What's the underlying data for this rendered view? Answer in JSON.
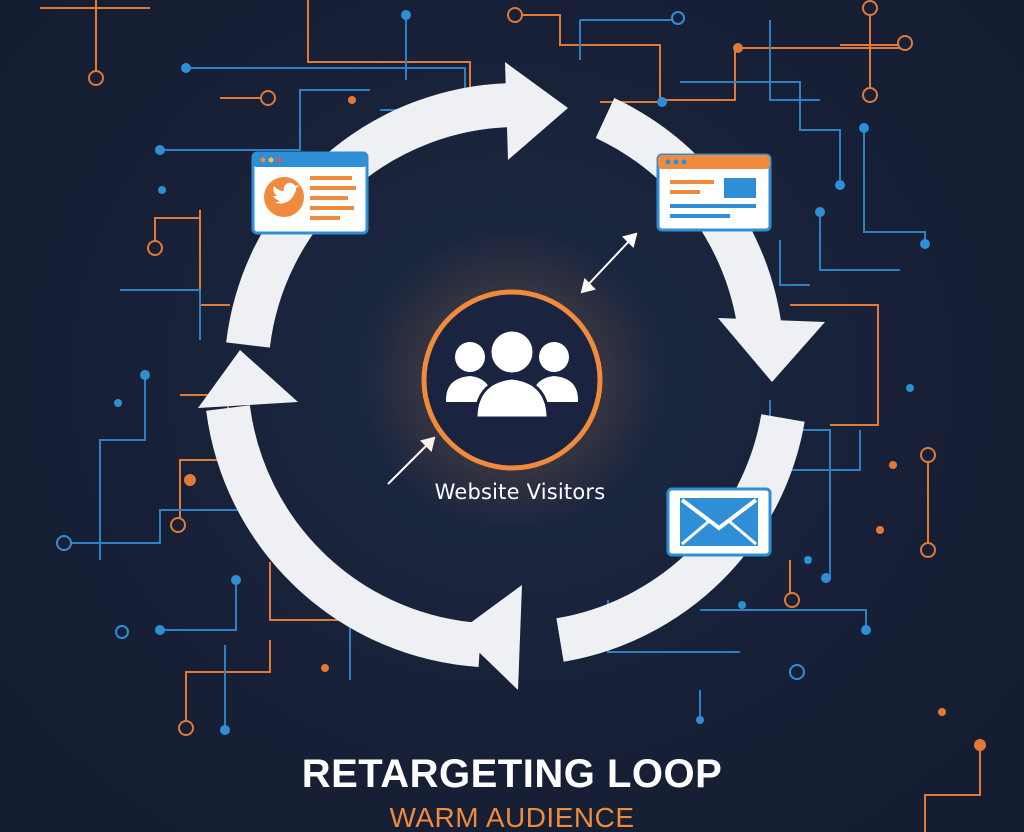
{
  "diagram": {
    "center_label": "Website Visitors",
    "title": "RETARGETING LOOP",
    "subtitle": "WARM AUDIENCE",
    "nodes": [
      {
        "id": "social-ad",
        "icon": "twitter-icon"
      },
      {
        "id": "display-ad",
        "icon": "webpage-icon"
      },
      {
        "id": "email",
        "icon": "envelope-icon"
      },
      {
        "id": "visitors",
        "icon": "users-icon"
      }
    ]
  },
  "colors": {
    "background": "#172036",
    "accent_orange": "#f08a3c",
    "accent_blue": "#2f8fd6",
    "arrow": "#eef0f3",
    "text": "#ffffff"
  }
}
